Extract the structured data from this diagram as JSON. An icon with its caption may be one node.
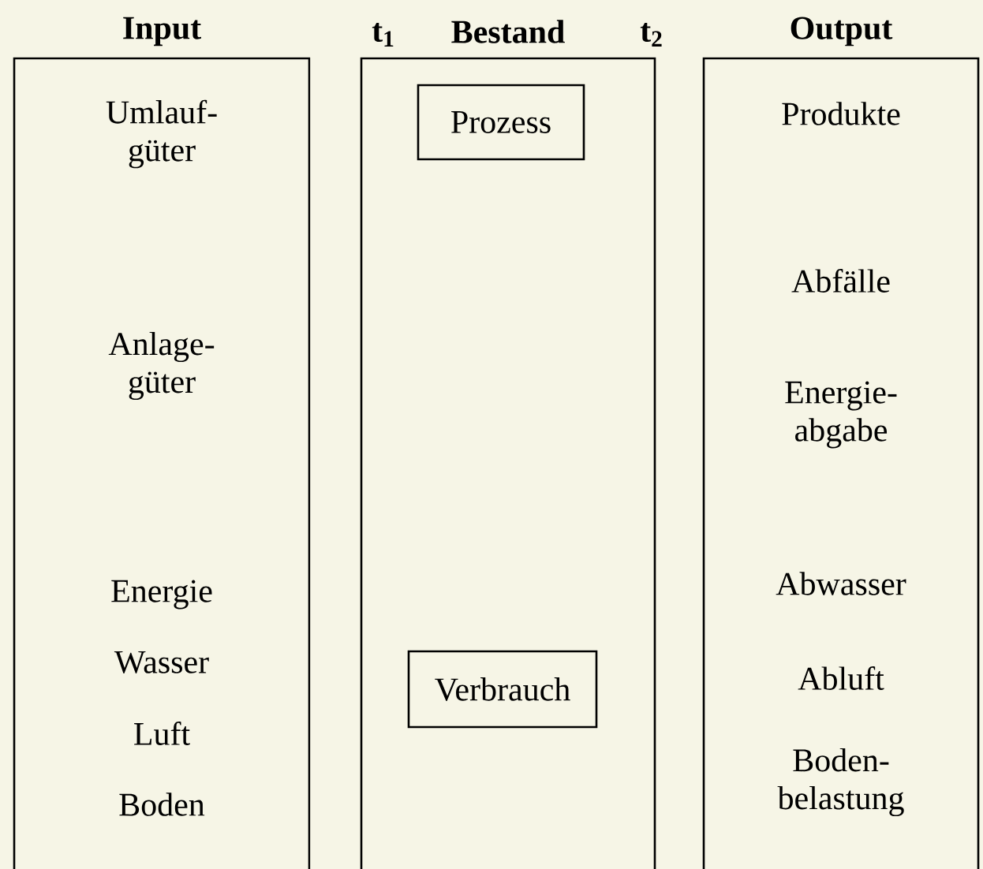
{
  "diagram": {
    "nodes": [
      {
        "text": [
          "Input",
          "Umlauf- güter",
          "Anlage- güter",
          "Energie",
          "Wasser",
          "Luft",
          "Boden"
        ]
      },
      {
        "text": [
          "Bestand"
        ],
        "beside": [
          "t$_{1}$",
          "t$_{2}$"
        ]
      },
      {
        "text": [
          "Prozess"
        ],
        "in": 1
      },
      {
        "text": [
          "Verbrauch"
        ],
        "in": 1
      },
      {
        "text": [
          "Output",
          "Produkte",
          "Abfälle",
          "Energie- abgabe",
          "Abwasser",
          "Abluft",
          "Boden- belastung"
        ]
      }
    ],
    "edges": []
  }
}
